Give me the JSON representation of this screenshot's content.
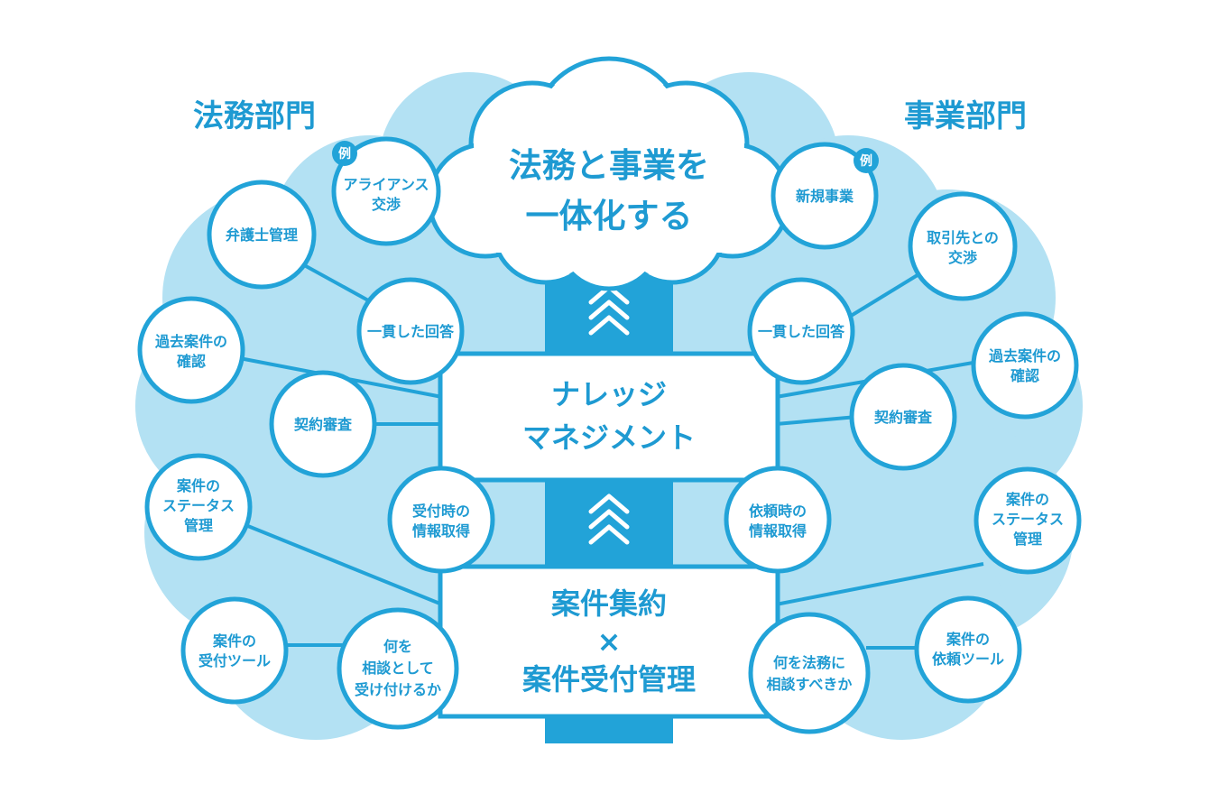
{
  "colors": {
    "primary": "#22a3d8",
    "background_cloud": "#b3e1f3",
    "text": "#1e9ad2"
  },
  "headings": {
    "left_department": "法務部門",
    "right_department": "事業部門"
  },
  "top_cloud": {
    "lines": [
      "法務と事業を",
      "一体化する"
    ]
  },
  "knowledge_box": {
    "lines": [
      "ナレッジ",
      "マネジメント"
    ]
  },
  "case_box": {
    "lines": [
      "案件集約",
      "×",
      "案件受付管理"
    ]
  },
  "badges": {
    "left": "例",
    "right": "例"
  },
  "left_nodes": {
    "alliance": [
      "アライアンス",
      "交渉"
    ],
    "lawyer": [
      "弁護士管理"
    ],
    "consistent": [
      "一貫した回答"
    ],
    "past_cases": [
      "過去案件の",
      "確認"
    ],
    "contract": [
      "契約審査"
    ],
    "status": [
      "案件の",
      "ステータス",
      "管理"
    ],
    "intake_info": [
      "受付時の",
      "情報取得"
    ],
    "intake_tool": [
      "案件の",
      "受付ツール"
    ],
    "what_consult": [
      "何を",
      "相談として",
      "受け付けるか"
    ]
  },
  "right_nodes": {
    "new_business": [
      "新規事業"
    ],
    "partner": [
      "取引先との",
      "交渉"
    ],
    "consistent": [
      "一貫した回答"
    ],
    "past_cases": [
      "過去案件の",
      "確認"
    ],
    "contract": [
      "契約審査"
    ],
    "status": [
      "案件の",
      "ステータス",
      "管理"
    ],
    "request_info": [
      "依頼時の",
      "情報取得"
    ],
    "request_tool": [
      "案件の",
      "依頼ツール"
    ],
    "what_consult": [
      "何を法務に",
      "相談すべきか"
    ]
  }
}
